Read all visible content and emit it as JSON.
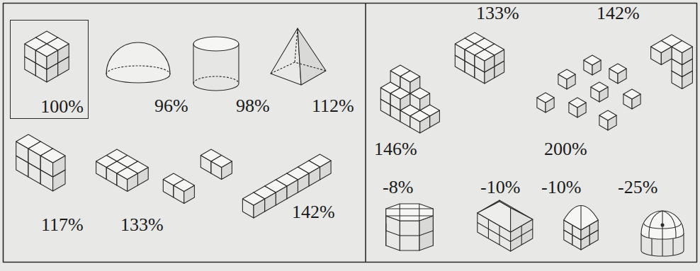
{
  "diagram": {
    "nodes": [
      {
        "text": [
          "100%"
        ]
      }
    ],
    "labels": [
      "96%",
      "98%",
      "112%",
      "133%",
      "142%",
      "146%",
      "200%",
      "117%",
      "133%",
      "142%",
      "-8%",
      "-10%",
      "-10%",
      "-25%"
    ]
  }
}
